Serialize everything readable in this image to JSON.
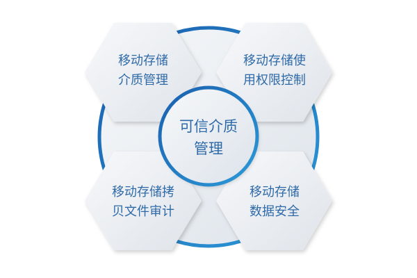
{
  "diagram": {
    "center": {
      "line1": "可信介质",
      "line2": "管理"
    },
    "nodes": [
      {
        "position": "top-left",
        "line1": "移动存储",
        "line2": "介质管理"
      },
      {
        "position": "top-right",
        "line1": "移动存储使",
        "line2": "用权限控制"
      },
      {
        "position": "bottom-left",
        "line1": "移动存储拷",
        "line2": "贝文件审计"
      },
      {
        "position": "bottom-right",
        "line1": "移动存储",
        "line2": "数据安全"
      }
    ],
    "colors": {
      "ring": "#1f74c0",
      "text": "#2f6aa8",
      "hexagon_fill": "#eef1f5",
      "background": "#ffffff"
    }
  }
}
